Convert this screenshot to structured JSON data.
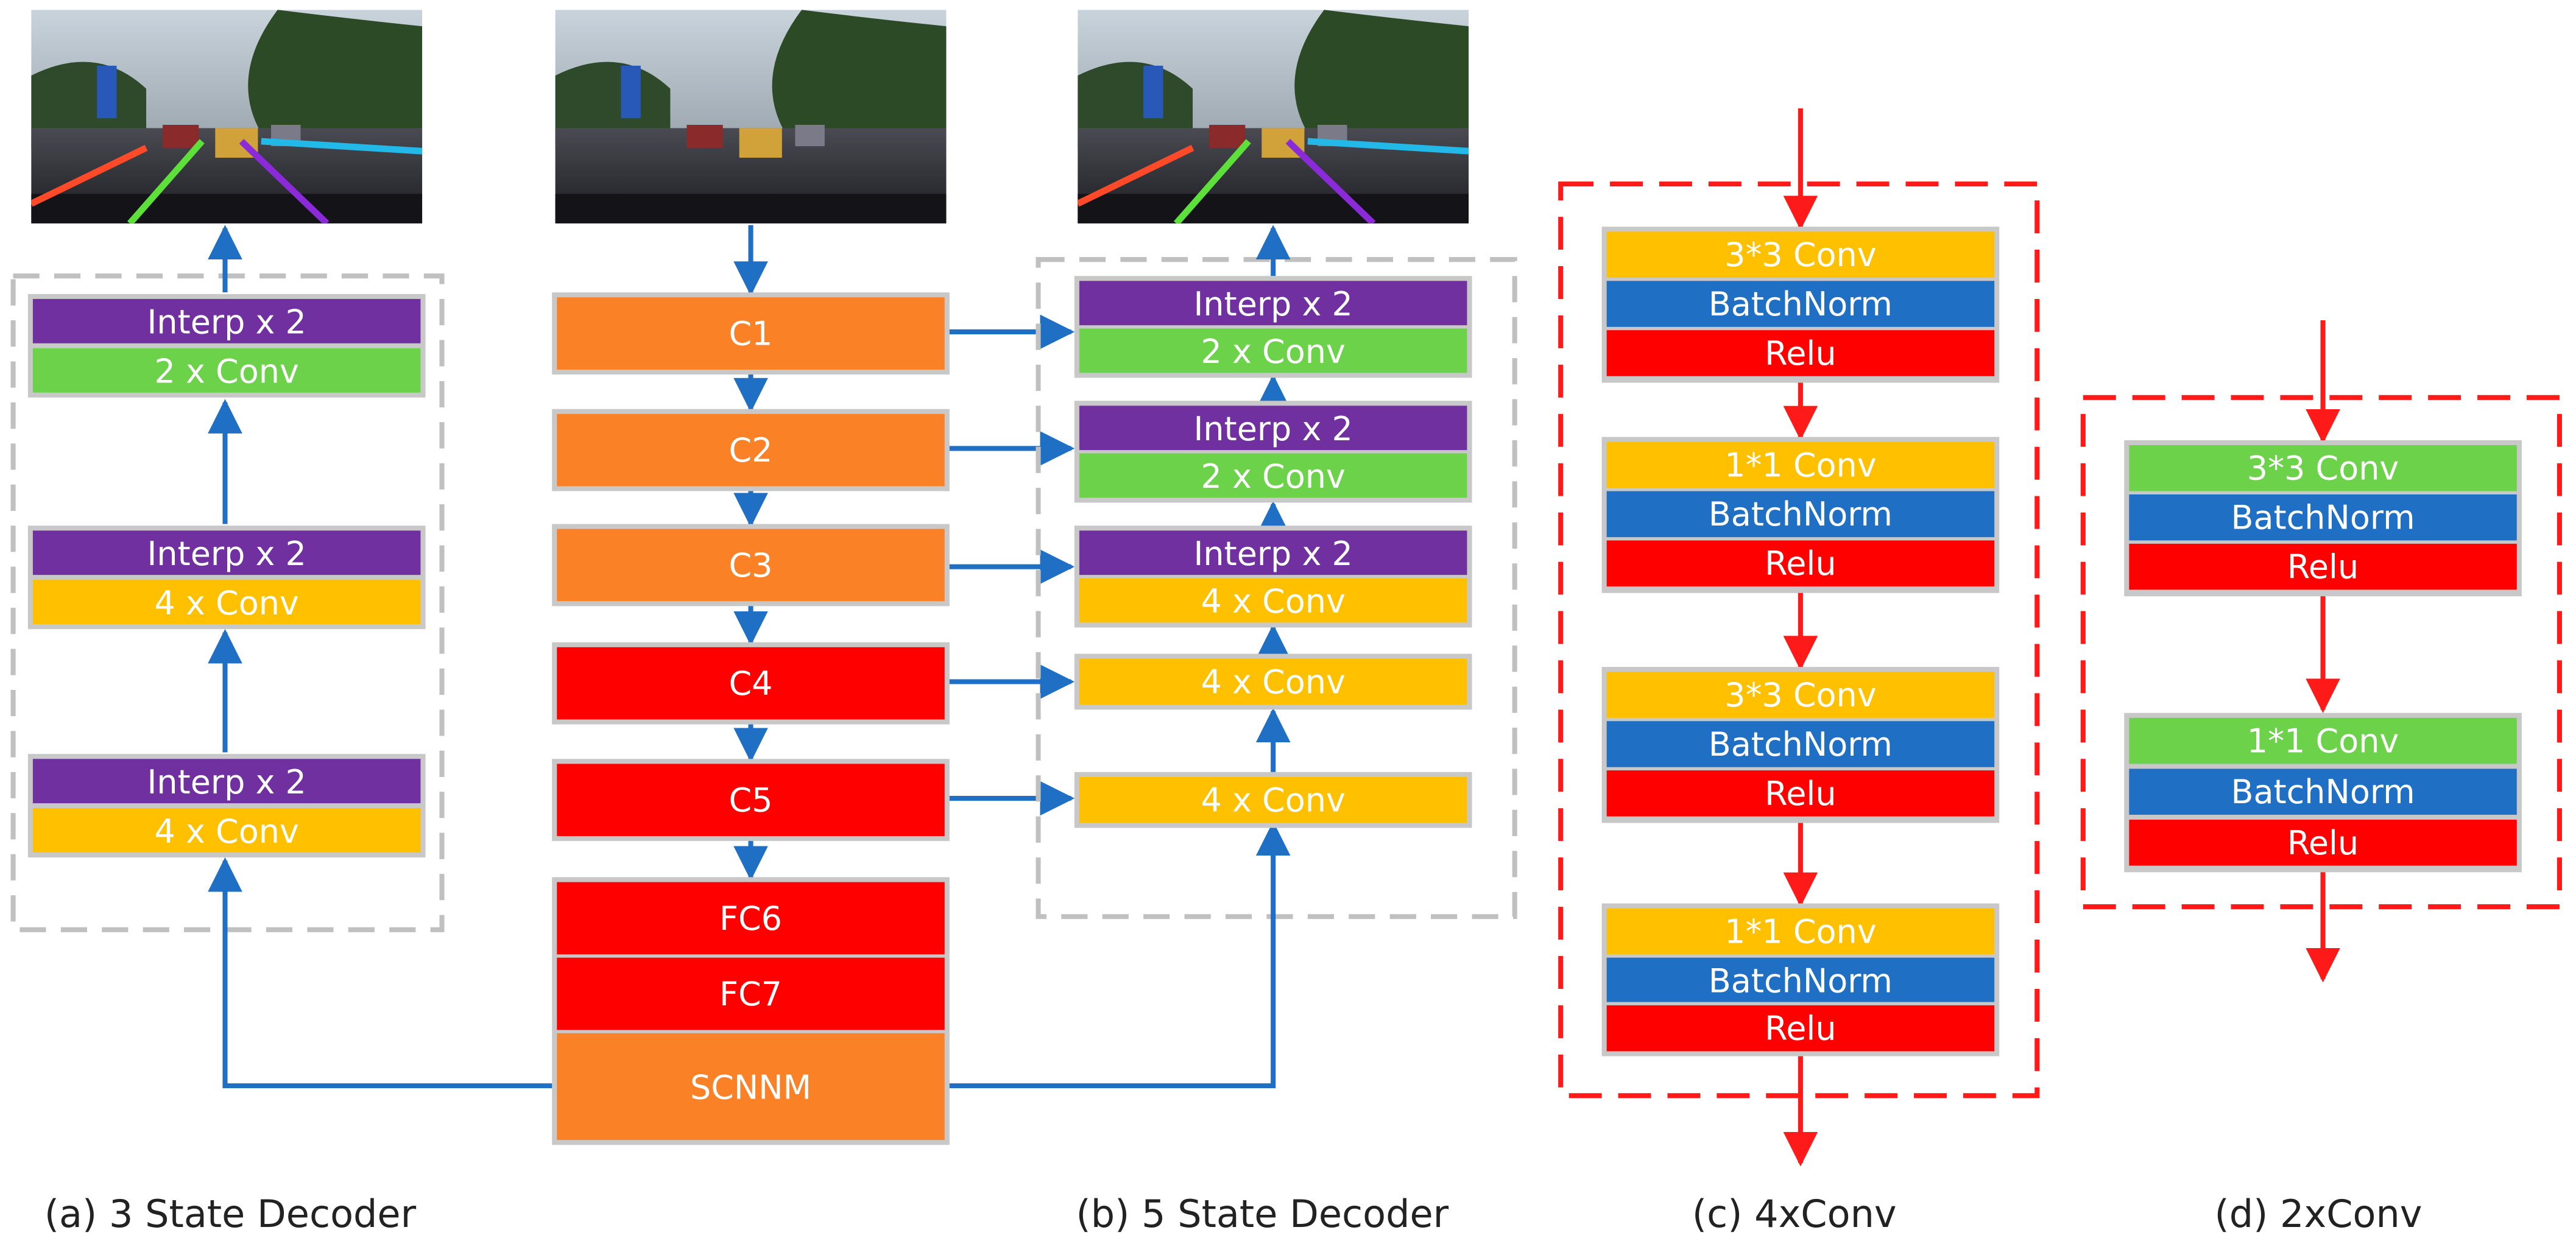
{
  "colors": {
    "arrow_blue": "#1f6fc5",
    "arrow_red": "#ff1a1a",
    "dash_gray": "#c0c0c0",
    "dash_red": "#ff1a1a",
    "interp": "#7030a0",
    "conv_green": "#6cd24a",
    "conv_yellow": "#ffc000",
    "encoder_orange": "#fb8127",
    "encoder_red": "#ff0000",
    "batchnorm": "#1f6fc5",
    "relu": "#ff0000"
  },
  "panel_a": {
    "caption": "(a) 3 State Decoder",
    "stages": [
      {
        "top": "Interp x 2",
        "bottom": "2 x Conv"
      },
      {
        "top": "Interp x 2",
        "bottom": "4 x Conv"
      },
      {
        "top": "Interp x 2",
        "bottom": "4 x Conv"
      }
    ]
  },
  "encoder": {
    "layers": [
      "C1",
      "C2",
      "C3",
      "C4",
      "C5"
    ],
    "head": [
      "FC6",
      "FC7",
      "SCNNM"
    ]
  },
  "panel_b": {
    "caption": "(b) 5 State Decoder",
    "stages": [
      {
        "top": "Interp x 2",
        "bottom": "2 x Conv"
      },
      {
        "top": "Interp x 2",
        "bottom": "2 x Conv"
      },
      {
        "top": "Interp x 2",
        "bottom": "4 x Conv"
      },
      {
        "bottom": "4 x Conv"
      },
      {
        "bottom": "4 x Conv"
      }
    ]
  },
  "panel_c": {
    "caption": "(c) 4xConv",
    "units": [
      {
        "conv": "3*3 Conv",
        "norm": "BatchNorm",
        "act": "Relu"
      },
      {
        "conv": "1*1 Conv",
        "norm": "BatchNorm",
        "act": "Relu"
      },
      {
        "conv": "3*3 Conv",
        "norm": "BatchNorm",
        "act": "Relu"
      },
      {
        "conv": "1*1 Conv",
        "norm": "BatchNorm",
        "act": "Relu"
      }
    ]
  },
  "panel_d": {
    "caption": "(d) 2xConv",
    "units": [
      {
        "conv": "3*3 Conv",
        "norm": "BatchNorm",
        "act": "Relu"
      },
      {
        "conv": "1*1 Conv",
        "norm": "BatchNorm",
        "act": "Relu"
      }
    ]
  }
}
